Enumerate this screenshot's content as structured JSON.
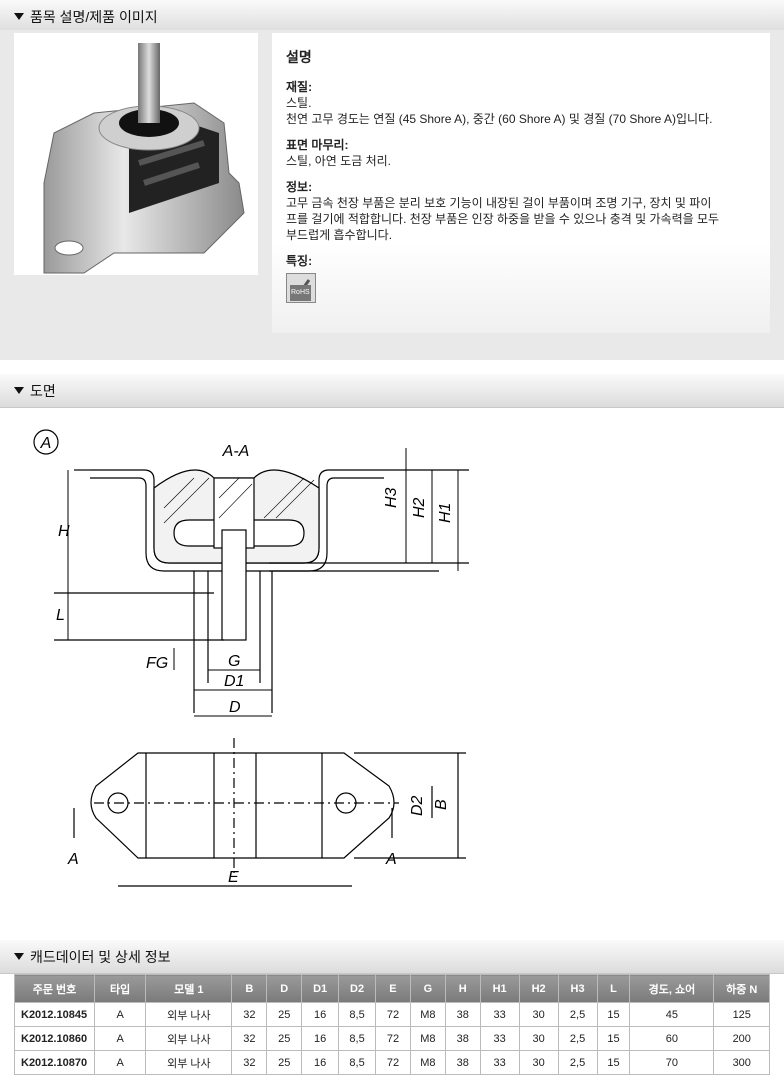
{
  "sections": {
    "description_title": "품목 설명/제품 이미지",
    "drawing_title": "도면",
    "cad_title": "캐드데이터 및 상세 정보"
  },
  "description": {
    "heading": "설명",
    "material_label": "재질:",
    "material_lines": [
      "스틸.",
      "천연 고무 경도는 연질 (45 Shore A), 중간 (60 Shore A) 및 경질 (70 Shore A)입니다."
    ],
    "finish_label": "표면 마무리:",
    "finish_text": "스틸, 아연 도금 처리.",
    "info_label": "정보:",
    "info_lines": [
      "고무 금속 천장 부품은 분리 보호 기능이 내장된 걸이 부품이며 조명 기구, 장치 및 파이",
      "프를 걸기에 적합합니다. 천장 부품은 인장 하중을 받을 수 있으나 충격 및 가속력을 모두",
      "부드럽게 흡수합니다."
    ],
    "features_label": "특징:",
    "rohs_text": "RoHS"
  },
  "drawing": {
    "circle_label": "A",
    "section_label": "A-A",
    "labels": {
      "H": "H",
      "L": "L",
      "H1": "H1",
      "H2": "H2",
      "H3": "H3",
      "FG": "FG",
      "G": "G",
      "D1": "D1",
      "D": "D",
      "D2": "D2",
      "B": "B",
      "E": "E",
      "A": "A"
    }
  },
  "table": {
    "headers": [
      "주문 번호",
      "타입",
      "모델 1",
      "B",
      "D",
      "D1",
      "D2",
      "E",
      "G",
      "H",
      "H1",
      "H2",
      "H3",
      "L",
      "경도, 쇼어",
      "하중 N"
    ],
    "rows": [
      [
        "K2012.10845",
        "A",
        "외부 나사",
        "32",
        "25",
        "16",
        "8,5",
        "72",
        "M8",
        "38",
        "33",
        "30",
        "2,5",
        "15",
        "45",
        "125"
      ],
      [
        "K2012.10860",
        "A",
        "외부 나사",
        "32",
        "25",
        "16",
        "8,5",
        "72",
        "M8",
        "38",
        "33",
        "30",
        "2,5",
        "15",
        "60",
        "200"
      ],
      [
        "K2012.10870",
        "A",
        "외부 나사",
        "32",
        "25",
        "16",
        "8,5",
        "72",
        "M8",
        "38",
        "33",
        "30",
        "2,5",
        "15",
        "70",
        "300"
      ]
    ]
  }
}
